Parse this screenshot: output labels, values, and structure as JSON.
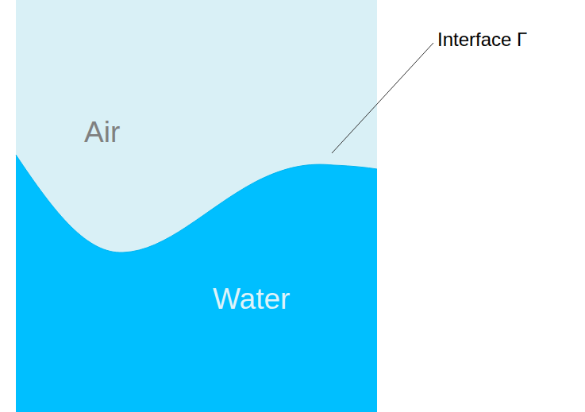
{
  "diagram": {
    "labels": [
      "Air",
      "Water",
      "Interface Γ"
    ]
  }
}
